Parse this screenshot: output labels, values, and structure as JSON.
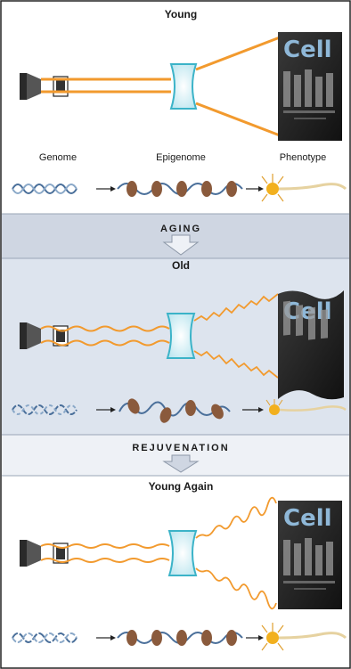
{
  "figure": {
    "panels": [
      {
        "title": "Young",
        "state": "young"
      },
      {
        "title": "Old",
        "state": "old"
      },
      {
        "title": "Young Again",
        "state": "rejuvenated"
      }
    ],
    "stage_labels": {
      "genome": "Genome",
      "epigenome": "Epigenome",
      "phenotype": "Phenotype"
    },
    "transitions": {
      "aging": "AGING",
      "rejuvenation": "REJUVENATION"
    },
    "journal_cover": {
      "logo": "Cell"
    },
    "colors": {
      "light_beam": "#f29a2e",
      "lens": "#3bb3c8",
      "old_panel_bg": "#dde4ee",
      "transition_band": "#cfd6e2",
      "arrow_fill": "#eef1f6",
      "dna": "#4a6f9a",
      "nucleosome": "#8a5a3c",
      "neuron": "#f2b01e"
    },
    "icons": [
      "projector-icon",
      "film-slide-icon",
      "lens-icon",
      "cell-journal-cover-icon",
      "dna-helix-icon",
      "chromatin-icon",
      "neuron-icon",
      "down-arrow-icon"
    ]
  }
}
